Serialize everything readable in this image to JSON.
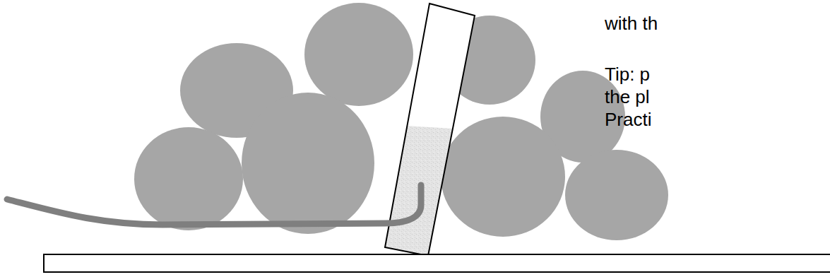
{
  "diagram": {
    "labels": [
      "with th",
      "Tip: p",
      "the pl",
      "Practi"
    ]
  }
}
